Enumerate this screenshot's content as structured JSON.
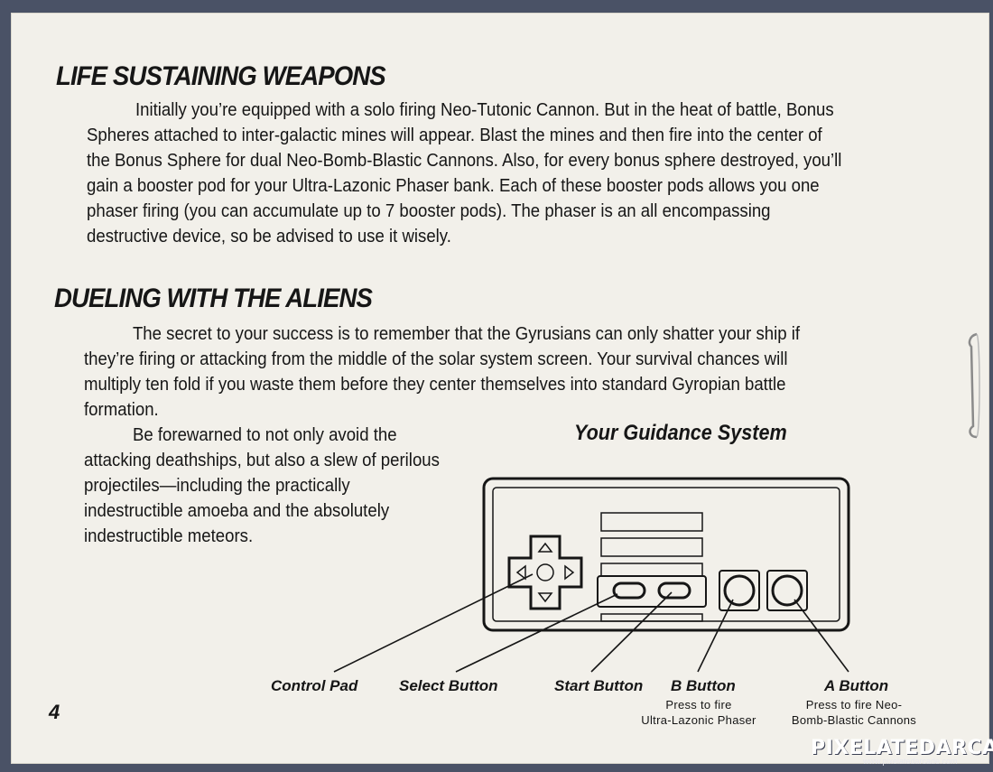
{
  "section1": {
    "heading": "LIFE SUSTAINING WEAPONS",
    "body": "Initially you’re equipped with a solo firing Neo-Tutonic Cannon. But in the heat of battle, Bonus Spheres attached to inter-galactic mines will appear. Blast the mines and then fire into the center of the Bonus Sphere for dual Neo-Bomb-Blastic Cannons. Also, for every bonus sphere destroyed, you’ll gain a booster pod for your Ultra-Lazonic Phaser bank. Each of these booster pods allows you one phaser firing (you can accumulate up to 7 booster pods). The phaser is an all encompassing destructive device, so be advised to use it wisely."
  },
  "section2": {
    "heading": "DUELING WITH THE ALIENS",
    "body1": "The secret to your success is to remember that the Gyrusians can only shatter your ship if they’re firing or attacking from the middle of the solar system screen. Your survival chances will multiply ten fold if you waste them before they center themselves into standard Gyropian battle formation.",
    "body2": "Be forewarned to not only avoid the attacking deathships, but also a slew of perilous projectiles—including the practically indestructible amoeba and the absolutely indestructible meteors."
  },
  "guidance": {
    "title": "Your Guidance System",
    "labels": {
      "control_pad": "Control Pad",
      "select": "Select Button",
      "start": "Start Button",
      "b": "B Button",
      "b_desc_1": "Press to fire",
      "b_desc_2": "Ultra-Lazonic Phaser",
      "a": "A Button",
      "a_desc_1": "Press to fire Neo-",
      "a_desc_2": "Bomb-Blastic Cannons"
    }
  },
  "page_number": "4",
  "watermark": {
    "brand": "PIXELATEDARCADE",
    "url": "www.pixelatedarcade.com"
  }
}
